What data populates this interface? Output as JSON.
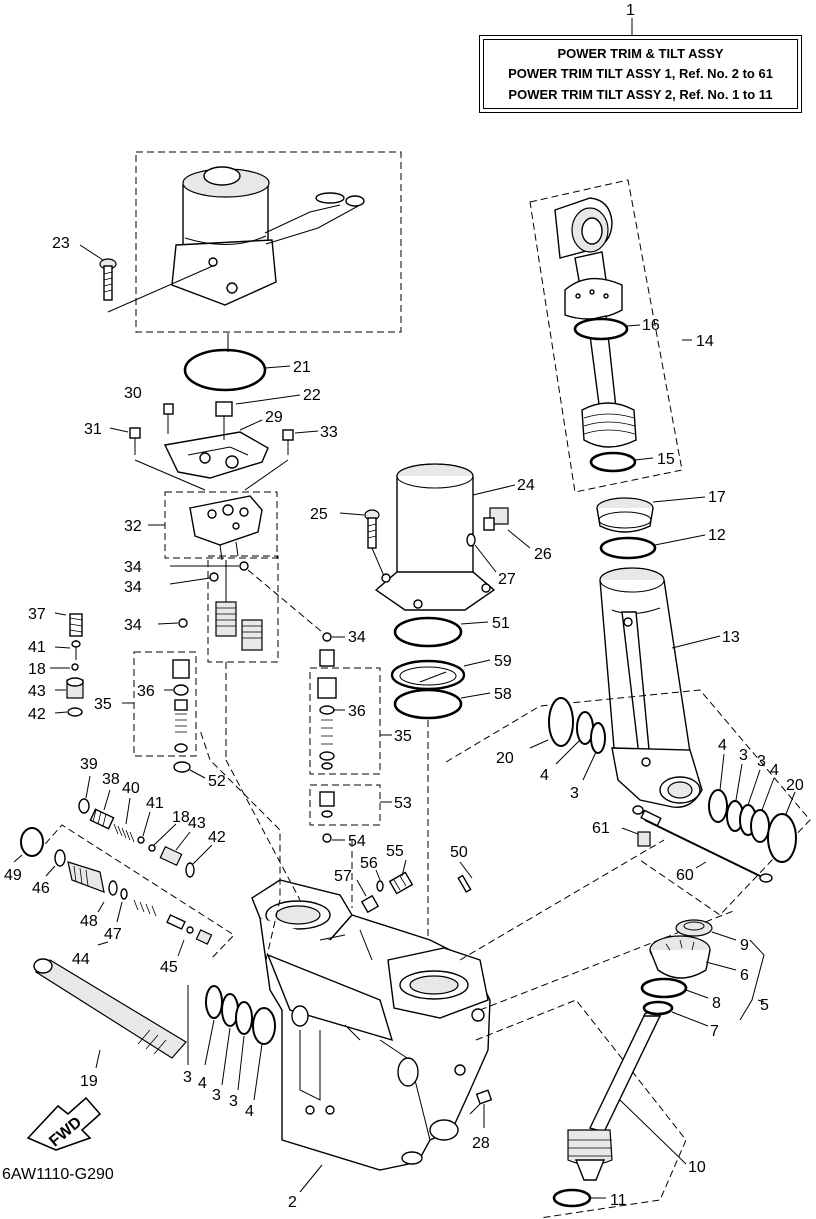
{
  "title_box": {
    "heading": "POWER TRIM & TILT ASSY",
    "line_1": "POWER TRIM TILT ASSY 1,  Ref.  No. 2  to  61",
    "line_2": "POWER TRIM TILT ASSY 2,  Ref.  No.  1  to  11"
  },
  "fwd_label": "FWD",
  "diagram_code": "6AW1110-G290",
  "callouts": [
    {
      "id": "c1",
      "text": "1"
    },
    {
      "id": "c2",
      "text": "2"
    },
    {
      "id": "c3a",
      "text": "3"
    },
    {
      "id": "c3b",
      "text": "3"
    },
    {
      "id": "c3c",
      "text": "3"
    },
    {
      "id": "c3d",
      "text": "3"
    },
    {
      "id": "c3e",
      "text": "3"
    },
    {
      "id": "c3f",
      "text": "3"
    },
    {
      "id": "c4a",
      "text": "4"
    },
    {
      "id": "c4b",
      "text": "4"
    },
    {
      "id": "c4c",
      "text": "4"
    },
    {
      "id": "c4d",
      "text": "4"
    },
    {
      "id": "c4e",
      "text": "4"
    },
    {
      "id": "c5",
      "text": "5"
    },
    {
      "id": "c6",
      "text": "6"
    },
    {
      "id": "c7",
      "text": "7"
    },
    {
      "id": "c8",
      "text": "8"
    },
    {
      "id": "c9",
      "text": "9"
    },
    {
      "id": "c10",
      "text": "10"
    },
    {
      "id": "c11",
      "text": "11"
    },
    {
      "id": "c12",
      "text": "12"
    },
    {
      "id": "c13",
      "text": "13"
    },
    {
      "id": "c14",
      "text": "14"
    },
    {
      "id": "c15",
      "text": "15"
    },
    {
      "id": "c16",
      "text": "16"
    },
    {
      "id": "c17",
      "text": "17"
    },
    {
      "id": "c18a",
      "text": "18"
    },
    {
      "id": "c18b",
      "text": "18"
    },
    {
      "id": "c19",
      "text": "19"
    },
    {
      "id": "c20a",
      "text": "20"
    },
    {
      "id": "c20b",
      "text": "20"
    },
    {
      "id": "c21",
      "text": "21"
    },
    {
      "id": "c22",
      "text": "22"
    },
    {
      "id": "c23",
      "text": "23"
    },
    {
      "id": "c24",
      "text": "24"
    },
    {
      "id": "c25",
      "text": "25"
    },
    {
      "id": "c26",
      "text": "26"
    },
    {
      "id": "c27",
      "text": "27"
    },
    {
      "id": "c28",
      "text": "28"
    },
    {
      "id": "c29",
      "text": "29"
    },
    {
      "id": "c30",
      "text": "30"
    },
    {
      "id": "c31",
      "text": "31"
    },
    {
      "id": "c32",
      "text": "32"
    },
    {
      "id": "c33",
      "text": "33"
    },
    {
      "id": "c34a",
      "text": "34"
    },
    {
      "id": "c34b",
      "text": "34"
    },
    {
      "id": "c34c",
      "text": "34"
    },
    {
      "id": "c34d",
      "text": "34"
    },
    {
      "id": "c35a",
      "text": "35"
    },
    {
      "id": "c35b",
      "text": "35"
    },
    {
      "id": "c36a",
      "text": "36"
    },
    {
      "id": "c36b",
      "text": "36"
    },
    {
      "id": "c37",
      "text": "37"
    },
    {
      "id": "c38",
      "text": "38"
    },
    {
      "id": "c39",
      "text": "39"
    },
    {
      "id": "c40",
      "text": "40"
    },
    {
      "id": "c41a",
      "text": "41"
    },
    {
      "id": "c41b",
      "text": "41"
    },
    {
      "id": "c42a",
      "text": "42"
    },
    {
      "id": "c42b",
      "text": "42"
    },
    {
      "id": "c43a",
      "text": "43"
    },
    {
      "id": "c43b",
      "text": "43"
    },
    {
      "id": "c44",
      "text": "44"
    },
    {
      "id": "c45",
      "text": "45"
    },
    {
      "id": "c46",
      "text": "46"
    },
    {
      "id": "c47",
      "text": "47"
    },
    {
      "id": "c48",
      "text": "48"
    },
    {
      "id": "c49",
      "text": "49"
    },
    {
      "id": "c50",
      "text": "50"
    },
    {
      "id": "c51",
      "text": "51"
    },
    {
      "id": "c52",
      "text": "52"
    },
    {
      "id": "c53",
      "text": "53"
    },
    {
      "id": "c54",
      "text": "54"
    },
    {
      "id": "c55",
      "text": "55"
    },
    {
      "id": "c56",
      "text": "56"
    },
    {
      "id": "c57",
      "text": "57"
    },
    {
      "id": "c58",
      "text": "58"
    },
    {
      "id": "c59",
      "text": "59"
    },
    {
      "id": "c60",
      "text": "60"
    },
    {
      "id": "c61",
      "text": "61"
    }
  ]
}
